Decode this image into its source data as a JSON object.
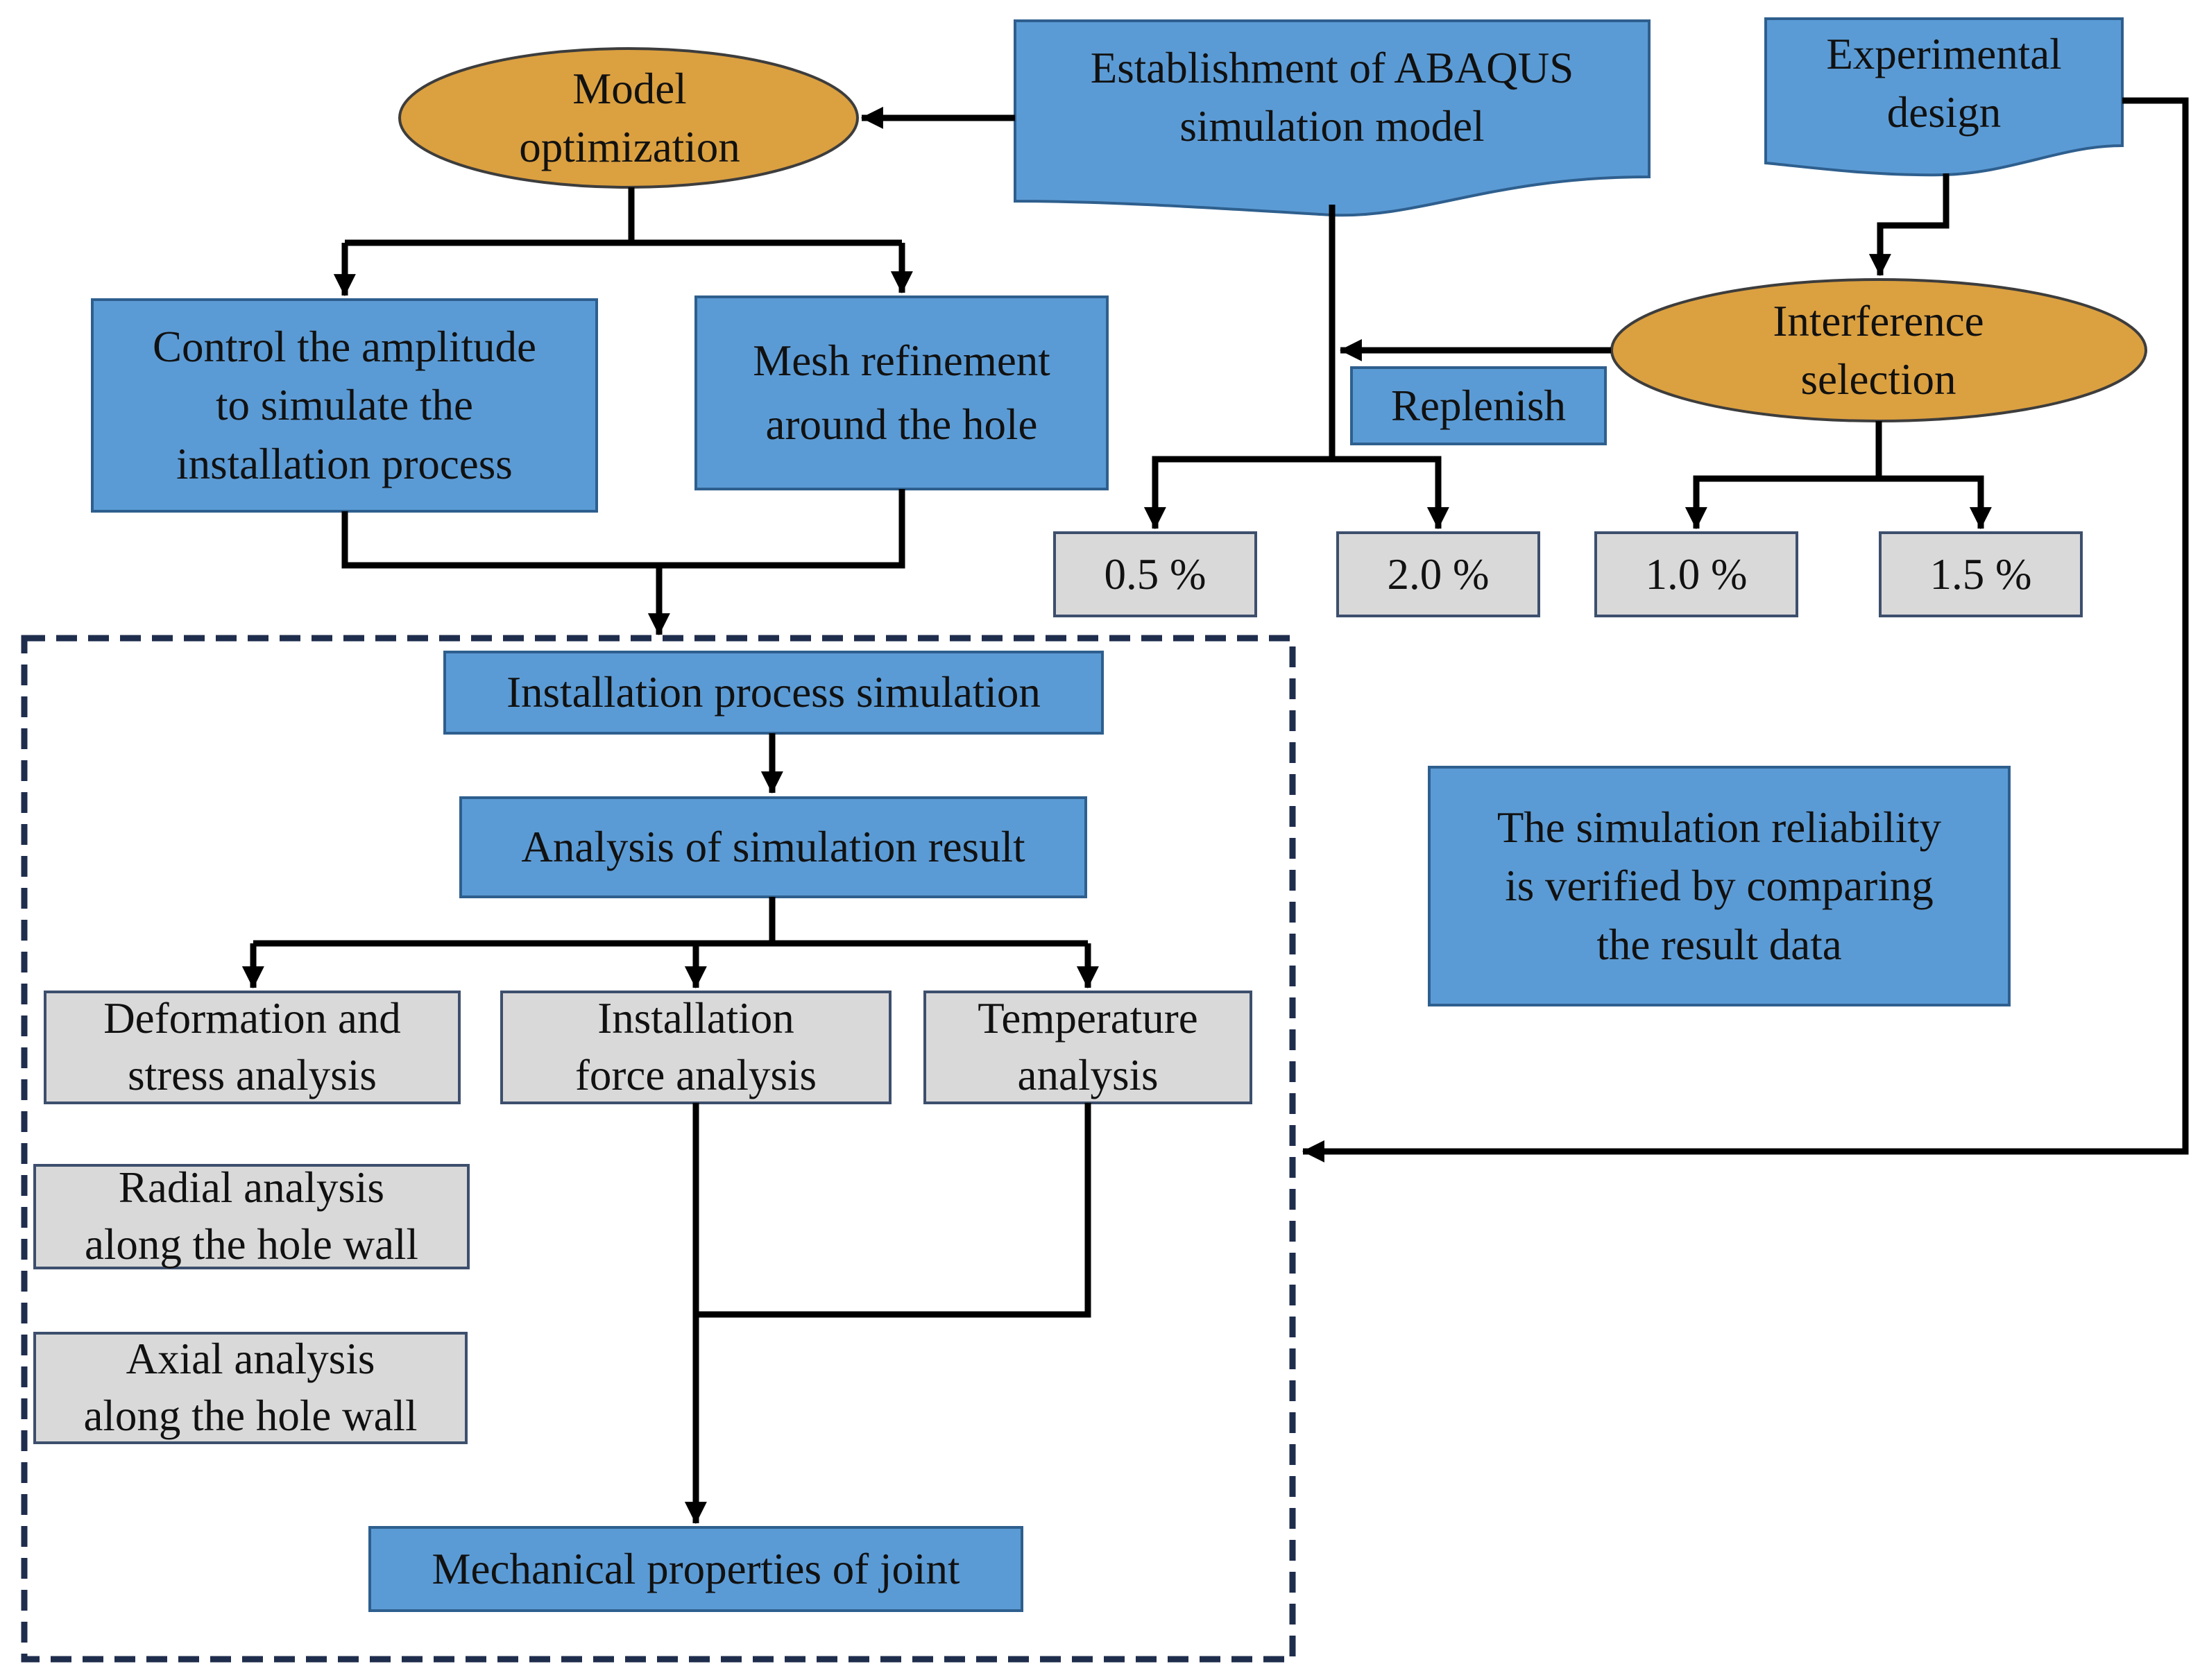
{
  "colors": {
    "blue_box": "#5b9bd5",
    "blue_border": "#2e5f8e",
    "gray_box": "#d9d9d9",
    "gray_border": "#3d4f6d",
    "orange_ellipse": "#dba040",
    "ellipse_border": "#3d3d3d",
    "arrow": "#000000",
    "dashed_frame": "#1f2d4d"
  },
  "nodes": {
    "model_optimization": "Model\noptimization",
    "abaqus_model": "Establishment of ABAQUS\nsimulation model",
    "experimental_design": "Experimental\ndesign",
    "control_amplitude": "Control the amplitude\nto simulate the\ninstallation process",
    "mesh_refinement": "Mesh refinement\naround the hole",
    "interference_selection": "Interference\nselection",
    "replenish": "Replenish",
    "pct_0_5": "0.5 %",
    "pct_2_0": "2.0 %",
    "pct_1_0": "1.0 %",
    "pct_1_5": "1.5 %",
    "installation_simulation": "Installation process simulation",
    "analysis_result": "Analysis of simulation result",
    "deformation_stress": "Deformation and\nstress analysis",
    "installation_force": "Installation\nforce analysis",
    "temperature": "Temperature\nanalysis",
    "radial_analysis": "Radial analysis\nalong the hole wall",
    "axial_analysis": "Axial analysis\nalong the hole wall",
    "mechanical_properties": "Mechanical properties of joint",
    "reliability_note": "The simulation reliability\nis verified by comparing\nthe result data"
  }
}
